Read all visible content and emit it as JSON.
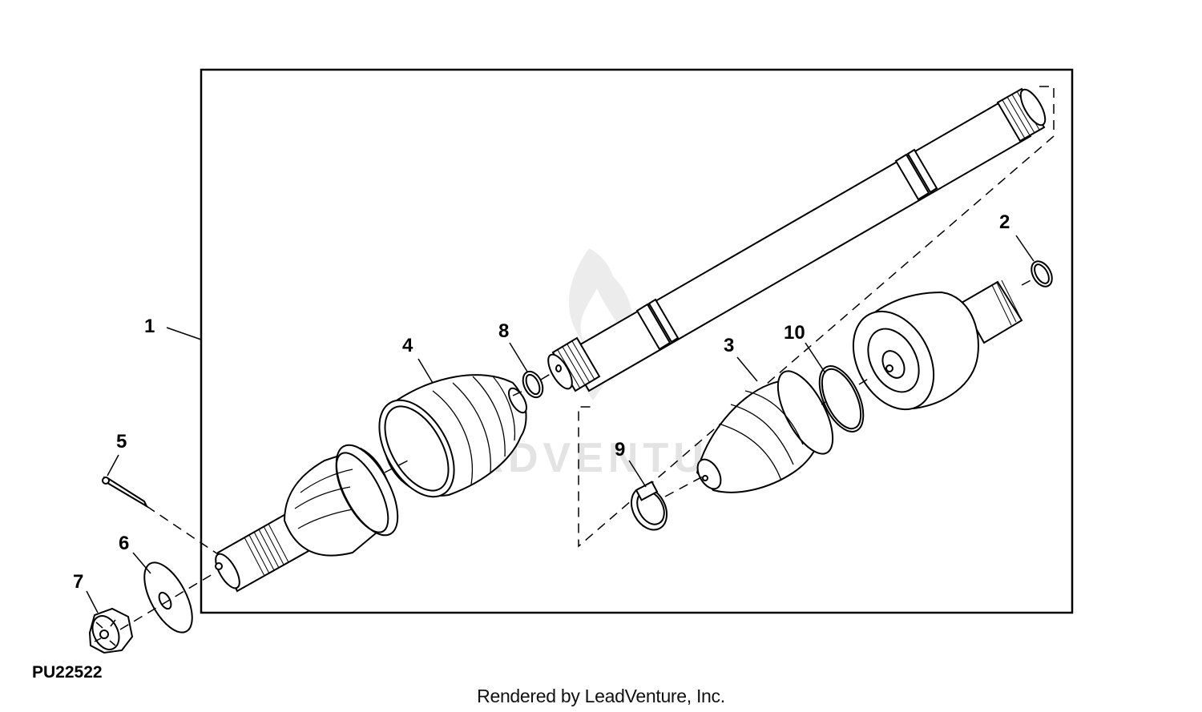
{
  "callouts": {
    "c1": "1",
    "c2": "2",
    "c3": "3",
    "c4": "4",
    "c5": "5",
    "c6": "6",
    "c7": "7",
    "c8": "8",
    "c9": "9",
    "c10": "10"
  },
  "figure_id": "PU22522",
  "footer": "Rendered by LeadVenture, Inc.",
  "watermark": "LEADVENTURE",
  "colors": {
    "line": "#000000",
    "fill": "#ffffff",
    "watermark": "#e3e3e3"
  }
}
